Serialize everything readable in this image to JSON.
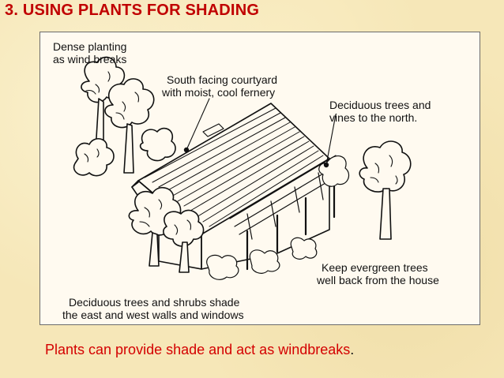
{
  "title": "3. USING PLANTS FOR SHADING",
  "labels": {
    "windbreak_line1": "Dense planting",
    "windbreak_line2": "as wind breaks",
    "courtyard_line1": "South facing courtyard",
    "courtyard_line2": "with moist, cool fernery",
    "north_line1": "Deciduous trees and",
    "north_line2": "vines to the north.",
    "evergreen_line1": "Keep evergreen trees",
    "evergreen_line2": "well back from the house",
    "eastwest_line1": "Deciduous trees and shrubs shade",
    "eastwest_line2": "the east and west walls and windows"
  },
  "caption": {
    "text": "Plants can provide shade and act as windbreaks",
    "period": "."
  },
  "colors": {
    "title": "#c00000",
    "caption": "#d40000",
    "background": "#f6e7b8",
    "figure_bg": "#fffaf0",
    "ink": "#111111"
  }
}
